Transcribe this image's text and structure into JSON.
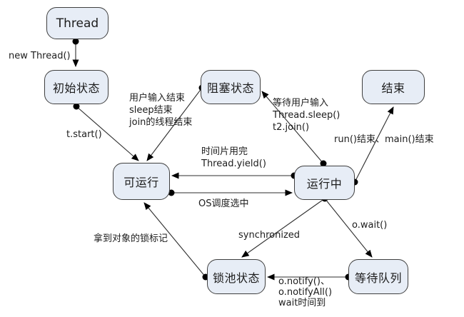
{
  "diagram": {
    "nodes": {
      "thread": {
        "label": "Thread"
      },
      "initial": {
        "label": "初始状态"
      },
      "blocked": {
        "label": "阻塞状态"
      },
      "end": {
        "label": "结束"
      },
      "runnable": {
        "label": "可运行"
      },
      "running": {
        "label": "运行中"
      },
      "lockpool": {
        "label": "锁池状态"
      },
      "waitqueue": {
        "label": "等待队列"
      }
    },
    "edges": {
      "thread_to_initial": {
        "label": "new Thread()"
      },
      "initial_to_runnable": {
        "label": "t.start()"
      },
      "blocked_to_runnable": {
        "lines": [
          "用户输入结束",
          "sleep结束",
          "join的线程结束"
        ]
      },
      "running_to_blocked": {
        "lines": [
          "等待用户输入",
          "Thread.sleep()",
          "t2.join()"
        ]
      },
      "running_to_runnable": {
        "lines": [
          "时间片用完",
          "Thread.yield()"
        ]
      },
      "runnable_to_running": {
        "label": "OS调度选中"
      },
      "running_to_end": {
        "label": "run()结束、main()结束"
      },
      "running_to_lockpool": {
        "label": "synchronized"
      },
      "running_to_waitqueue": {
        "label": "o.wait()"
      },
      "lockpool_to_runnable": {
        "label": "拿到对象的锁标记"
      },
      "waitqueue_to_lockpool": {
        "lines": [
          "o.notify()、",
          "o.notifyAll()",
          "wait时间到"
        ]
      }
    },
    "colors": {
      "background": "#ffffff",
      "node_fill": "#e7edf6",
      "node_border": "#3f3f3f",
      "line": "#2e2e2e",
      "text": "#1c1c1c"
    }
  }
}
